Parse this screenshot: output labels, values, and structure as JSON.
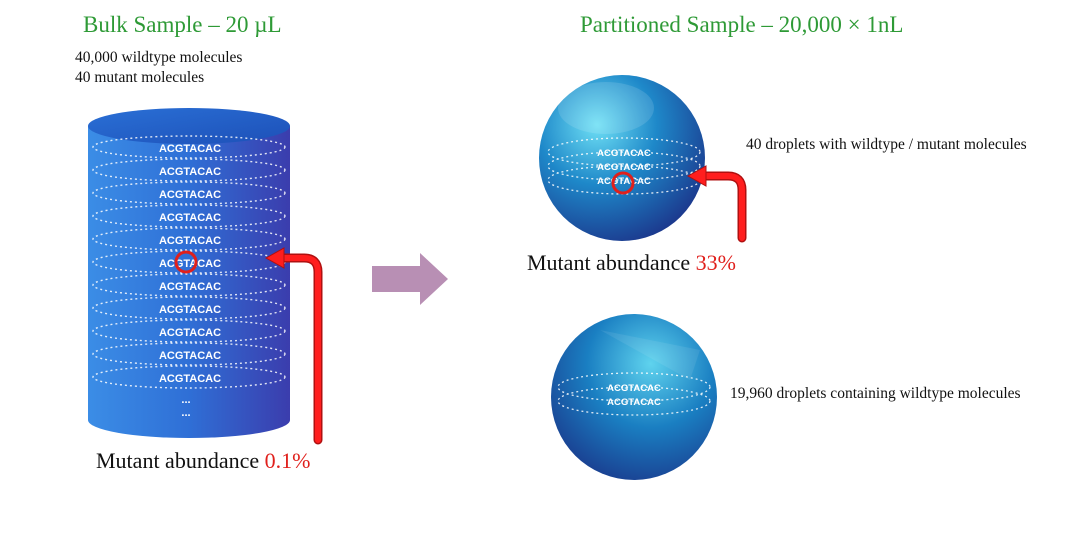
{
  "bulk": {
    "title": "Bulk Sample – 20 µL",
    "line1": "40,000 wildtype molecules",
    "line2": "40 mutant molecules",
    "sequence": "ACGTACAC",
    "mutant_sequence": "ACGTACAC",
    "ellipsis": "...",
    "abundance_label": "Mutant abundance",
    "abundance_value": "0.1%"
  },
  "partitioned": {
    "title": "Partitioned Sample – 20,000 × 1nL",
    "droplet_mutant": {
      "sequence": "ACGTACAC",
      "description": "40 droplets with wildtype / mutant molecules",
      "abundance_label": "Mutant abundance",
      "abundance_value": "33%"
    },
    "droplet_wildtype": {
      "sequence": "ACGTACAC",
      "description": "19,960 droplets containing wildtype molecules"
    }
  },
  "colors": {
    "heading": "#2e9a36",
    "highlight": "#e0201c",
    "cylinder_light": "#3b8de6",
    "cylinder_dark": "#3b3dad",
    "arrow": "#b88fb4"
  }
}
